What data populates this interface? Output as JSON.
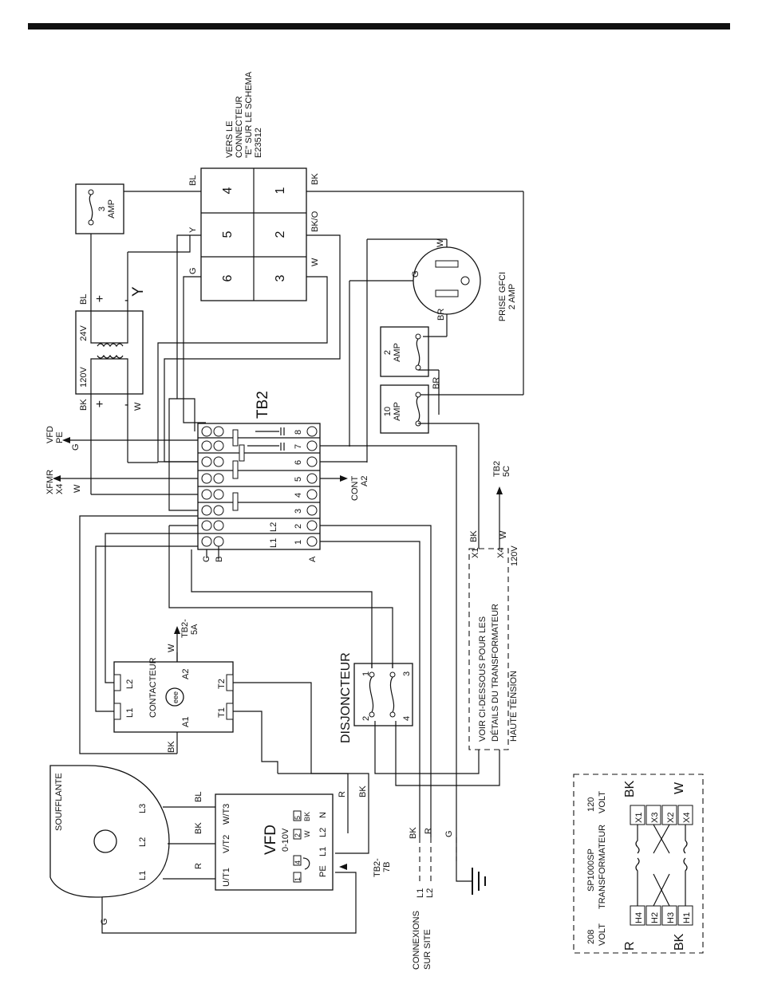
{
  "connector": {
    "note": [
      "VERS LE",
      "CONNECTEUR",
      "\"E\" SUR LE SCHEMA",
      "E23512"
    ],
    "pins": [
      "4",
      "5",
      "6",
      "1",
      "2",
      "3"
    ],
    "wires_left": [
      "BL",
      "Y",
      "G"
    ],
    "wires_right": [
      "BK",
      "BK/O",
      "W"
    ]
  },
  "fuse_3amp": {
    "value": "3",
    "unit": "AMP"
  },
  "fuse_2amp": {
    "value": "2",
    "unit": "AMP"
  },
  "fuse_10amp": {
    "value": "10",
    "unit": "AMP"
  },
  "transformer_24v": {
    "secondary": "24V",
    "primary": "120V",
    "wires": [
      "BL",
      "BK",
      "W"
    ],
    "plus": "+",
    "minus": "-",
    "y": "Y"
  },
  "gfci": {
    "label": [
      "PRISE GFCI",
      "2 AMP"
    ],
    "wires": [
      "W",
      "G",
      "BR"
    ],
    "br_lower": "BR"
  },
  "tb2": {
    "title": "TB2",
    "numbers": [
      "8",
      "7",
      "6",
      "5",
      "4",
      "3",
      "2",
      "1"
    ],
    "bottom_labels": [
      "C",
      "B",
      "A"
    ],
    "l_labels": [
      "L2",
      "L1"
    ]
  },
  "refs": {
    "vfd_pe": [
      "VFD",
      "PE"
    ],
    "vfd_g": "G",
    "xfmr": [
      "XFMR",
      "X4"
    ],
    "xfmr_w": "W",
    "cont_a2": [
      "CONT",
      "A2"
    ],
    "tb2_5c": [
      "TB2",
      "5C"
    ],
    "tb2_5a": [
      "TB2-",
      "5A"
    ],
    "tb2_7b": [
      "TB2-",
      "7B"
    ]
  },
  "contactor": {
    "label": "CONTACTEUR",
    "terms": [
      "L2",
      "L1",
      "T2",
      "T1",
      "A2",
      "A1"
    ],
    "coil": "eee",
    "bk": "BK",
    "w": "W"
  },
  "disjoncteur": {
    "label": "DISJONCTEUR",
    "nums": [
      "1",
      "2",
      "3",
      "4"
    ]
  },
  "hv_box": {
    "top_x1": "X1",
    "top_x4": "X4",
    "v120": "120V",
    "bk": "BK",
    "w": "W",
    "lines": [
      "VOIR CI-DESSOUS POUR LES",
      "DÉTAILS DU TRANSFORMATEUR",
      "HAUTE TENSION"
    ]
  },
  "soufflante": {
    "label": "SOUFFLANTE",
    "terms": [
      "L3",
      "L2",
      "L1"
    ],
    "g": "G"
  },
  "vfd": {
    "label": "VFD",
    "range": "0-10V",
    "terms_left": [
      "W/T3",
      "V/T2",
      "U/T1"
    ],
    "wires_left": [
      "BL",
      "BK",
      "R"
    ],
    "n": "N",
    "l2": "L2",
    "l1": "L1",
    "pe": "PE",
    "boxes": [
      "5",
      "2",
      "1",
      "4"
    ],
    "box_labels": [
      "BK",
      "W"
    ],
    "wires_top": [
      "R",
      "BK"
    ]
  },
  "site": {
    "label": [
      "CONNEXIONS",
      "SUR SITE"
    ],
    "wires": [
      "BK",
      "R",
      "G"
    ],
    "lines": [
      "L1",
      "L2"
    ]
  },
  "sp1000": {
    "title": [
      "SP1000SP",
      "TRANSFORMATEUR"
    ],
    "left_volt": [
      "208",
      "VOLT"
    ],
    "right_volt": [
      "120",
      "VOLT"
    ],
    "h_terms": [
      "H4",
      "H2",
      "H3",
      "H1"
    ],
    "x_terms": [
      "X1",
      "X3",
      "X2",
      "X4"
    ],
    "r": "R",
    "bk_left": "BK",
    "bk_right": "BK",
    "w_right": "W"
  }
}
